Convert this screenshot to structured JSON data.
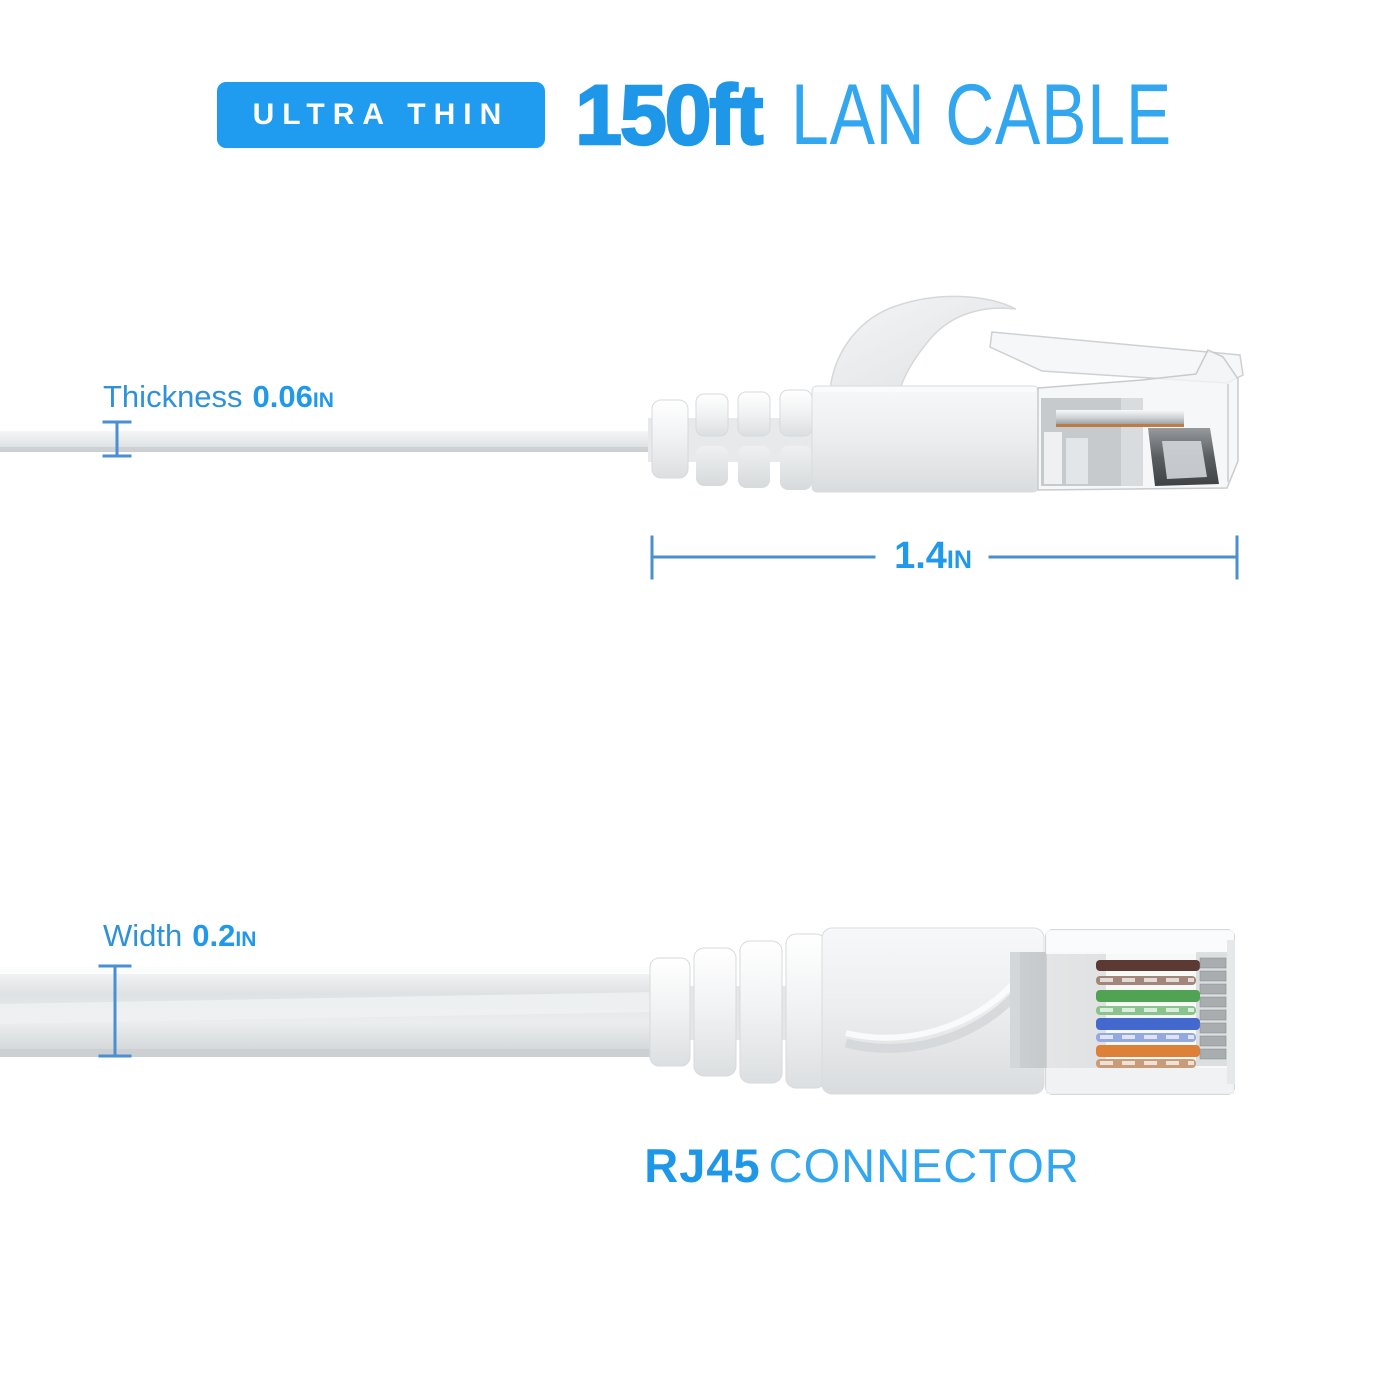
{
  "colors": {
    "accent_blue": "#1F9CEF",
    "header_value_blue": "#1F97E8",
    "header_title_blue": "#32A7EF",
    "annotation_blue": "#2F92D8",
    "annotation_value_blue": "#2199EA",
    "measure_line_blue": "#4A8FD2",
    "wire_brown": "#5C3A33",
    "wire_green": "#4FA352",
    "wire_blue": "#4368CE",
    "wire_orange": "#DC8137"
  },
  "header": {
    "badge": "ULTRA THIN",
    "length": "150ft",
    "title": "LAN CABLE"
  },
  "annotations": {
    "thickness": {
      "label": "Thickness",
      "value": "0.06",
      "unit": "IN"
    },
    "connector_length": {
      "value": "1.4",
      "unit": "IN"
    },
    "width": {
      "label": "Width",
      "value": "0.2",
      "unit": "IN"
    }
  },
  "footer": {
    "connector_name": "RJ45",
    "connector_label": "CONNECTOR"
  }
}
